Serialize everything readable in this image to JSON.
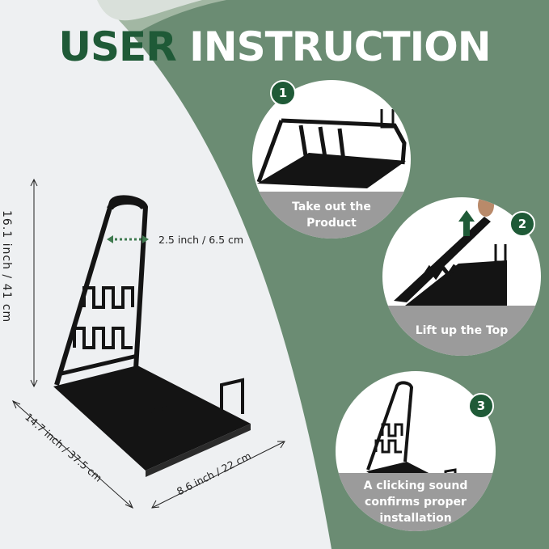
{
  "title": {
    "part1": "USER",
    "part2": "INSTRUCTION"
  },
  "dimensions": {
    "height": "16.1 inch / 41 cm",
    "handle": "2.5 inch / 6.5 cm",
    "length": "14.7 inch / 37.5 cm",
    "width": "8.6 inch / 22 cm"
  },
  "steps": [
    {
      "number": "1",
      "text": "Take out the Product"
    },
    {
      "number": "2",
      "text": "Lift up the Top"
    },
    {
      "number": "3",
      "text": "A clicking sound confirms proper installation"
    }
  ],
  "colors": {
    "background_green": "#6b8c73",
    "panel_white": "#eef0f2",
    "title_green": "#1f5a37",
    "band_gray": "#9b9b9b",
    "product_black": "#111111",
    "arrow_green": "#1f5a37"
  }
}
